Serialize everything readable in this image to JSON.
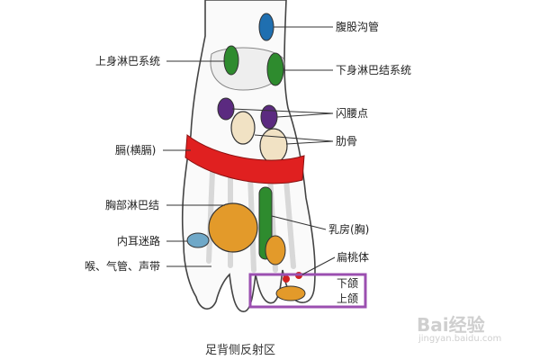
{
  "caption": "足背侧反射区",
  "labels": {
    "abdominal_inguinal": "腹股沟管",
    "upper_lymph": "上身淋巴系统",
    "lower_lymph": "下身淋巴结系统",
    "flash_waist": "闪腰点",
    "ribs": "肋骨",
    "diaphragm": "膈(横膈)",
    "chest_lymph": "胸部淋巴结",
    "breast": "乳房(胸)",
    "inner_ear": "内耳迷路",
    "tonsil": "扁桃体",
    "throat": "喉、气管、声带",
    "lower_jaw": "下颌",
    "upper_jaw": "上颌"
  },
  "watermark": {
    "brand": "Bai经验",
    "url": "jingyan.baidu.com"
  },
  "colors": {
    "skin_outline": "#444444",
    "bone_fill": "#f3f3f3",
    "green_zone": "#2e8b2e",
    "blue_zone": "#1f6fb0",
    "purple_zone": "#5b2a80",
    "red_band": "#e02020",
    "orange_zone": "#e39a2a",
    "highlight_box": "#9b4fb0",
    "leader_line": "#333333"
  }
}
